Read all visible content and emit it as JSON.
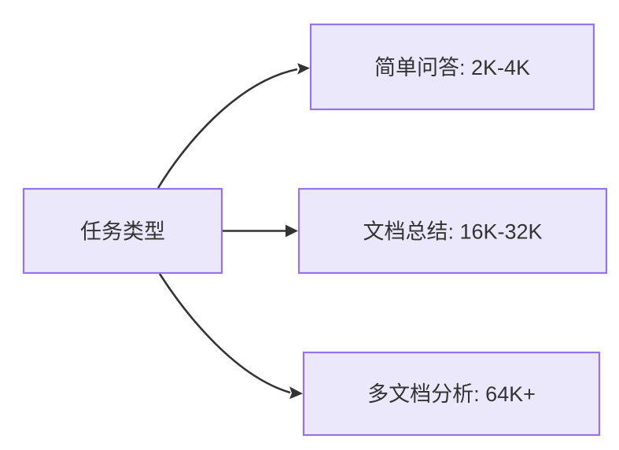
{
  "diagram": {
    "type": "flowchart",
    "direction": "left-to-right",
    "background_color": "#ffffff",
    "node_fill_color": "#ece8fb",
    "node_border_color": "#9673e6",
    "node_text_color": "#333333",
    "edge_color": "#333333",
    "source_node": {
      "id": "task-type",
      "label": "任务类型"
    },
    "target_nodes": [
      {
        "id": "simple-qa",
        "label": "简单问答: 2K-4K"
      },
      {
        "id": "doc-summary",
        "label": "文档总结: 16K-32K"
      },
      {
        "id": "multi-doc-analysis",
        "label": "多文档分析: 64K+"
      }
    ],
    "edges": [
      {
        "from": "task-type",
        "to": "simple-qa",
        "label": "",
        "style": "curved-arrow"
      },
      {
        "from": "task-type",
        "to": "doc-summary",
        "label": "",
        "style": "straight-arrow"
      },
      {
        "from": "task-type",
        "to": "multi-doc-analysis",
        "label": "",
        "style": "curved-arrow"
      }
    ]
  }
}
